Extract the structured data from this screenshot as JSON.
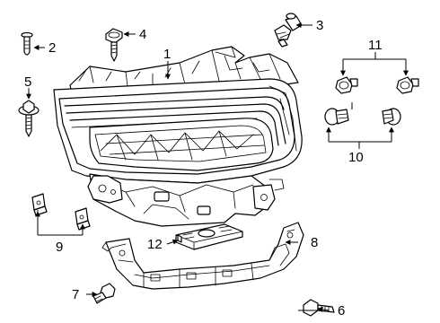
{
  "callouts": {
    "c1": "1",
    "c2": "2",
    "c3": "3",
    "c4": "4",
    "c5": "5",
    "c6": "6",
    "c7": "7",
    "c8": "8",
    "c9": "9",
    "c10": "10",
    "c11": "11",
    "c12": "12"
  },
  "colors": {
    "line": "#000000",
    "background": "#ffffff",
    "fill": "#d9d9d9"
  }
}
